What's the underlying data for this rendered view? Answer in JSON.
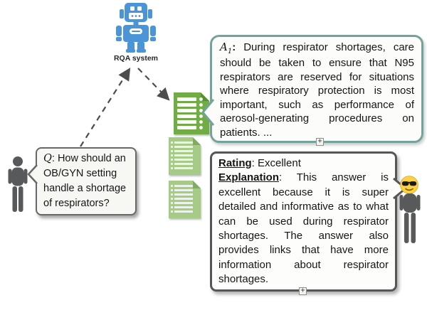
{
  "system": {
    "label": "RQA system"
  },
  "question_bubble": {
    "prefix": "Q",
    "text": ": How should an OB/GYN setting handle a shortage of respirators?"
  },
  "answer_bubble": {
    "prefix": "A",
    "subscript": "1",
    "separator": ":",
    "text": " During respirator shortages, care should be taken to ensure that N95 respirators are reserved for situations where respiratory protection is most important, such as performance of aerosol-generating procedures on patients. ..."
  },
  "evaluation_bubble": {
    "rating_label": "Rating",
    "rating_value": ": Excellent",
    "explanation_label": "Explanation",
    "explanation_text": ": This answer is excellent because it is super detailed and informative as to what can be used during respirator shortages. The answer also provides links that have more information about respirator shortages."
  },
  "expand_handle_glyph": "+",
  "icons": {
    "robot": "robot-icon",
    "documents": [
      "retrieved-document-1",
      "retrieved-document-2",
      "retrieved-document-3"
    ],
    "asker": "person-icon",
    "evaluator": "sunglasses-person-icon",
    "arrows": [
      "question-to-system-arrow",
      "system-to-documents-arrow"
    ]
  },
  "colors": {
    "robot_blue": "#4b94d8",
    "document_green": "#72ac45",
    "document_green_light": "#a6cb87",
    "answer_border_teal": "#74a39b",
    "dark_border_gray": "#565656",
    "person_gray": "#58595b",
    "emoji_yellow": "#fdd23e",
    "arrow_gray": "#4d4d4d"
  }
}
